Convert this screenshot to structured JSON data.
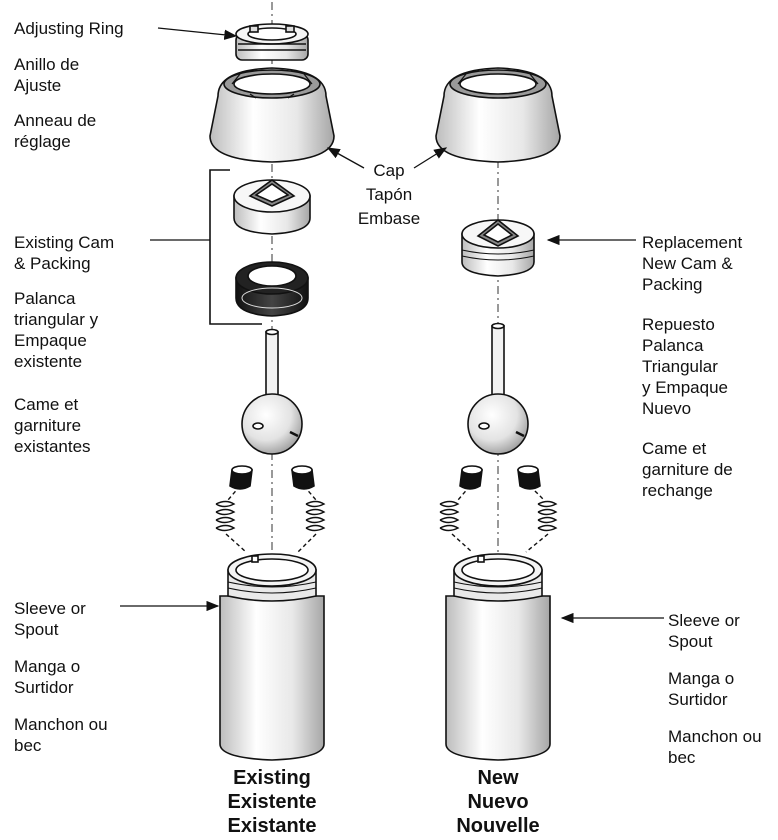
{
  "labels": {
    "adjusting_ring": {
      "en": "Adjusting Ring",
      "es": "Anillo de\nAjuste",
      "fr": "Anneau de\nréglage"
    },
    "cap": {
      "en": "Cap",
      "es": "Tapón",
      "fr": "Embase"
    },
    "existing_cam": {
      "en": "Existing Cam\n& Packing",
      "es": "Palanca\ntriangular y\nEmpaque\nexistente",
      "fr": "Came et\ngarniture\nexistantes"
    },
    "replacement_cam": {
      "en": "Replacement\nNew Cam &\nPacking",
      "es": "Repuesto\nPalanca\nTriangular\ny Empaque\nNuevo",
      "fr": "Came et\ngarniture de\nrechange"
    },
    "sleeve_left": {
      "en": "Sleeve or\nSpout",
      "es": "Manga o\nSurtidor",
      "fr": "Manchon ou\nbec"
    },
    "sleeve_right": {
      "en": "Sleeve or\nSpout",
      "es": "Manga o\nSurtidor",
      "fr": "Manchon ou\nbec"
    }
  },
  "captions": {
    "existing": [
      "Existing",
      "Existente",
      "Existante"
    ],
    "new": [
      "New",
      "Nuevo",
      "Nouvelle"
    ]
  }
}
